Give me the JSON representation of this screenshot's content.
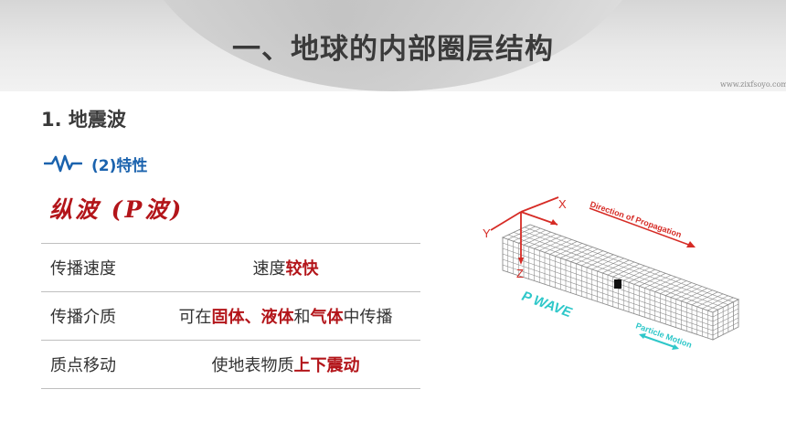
{
  "title": "一、地球的内部圈层结构",
  "watermark": "www.zixfsoyo.com",
  "section_heading": "1. 地震波",
  "subheading": "(2)特性",
  "handwritten_title": "纵波 (P波)",
  "table": {
    "rows": [
      {
        "key": "传播速度",
        "parts": [
          {
            "text": "速度",
            "hl": false
          },
          {
            "text": "较快",
            "hl": true
          }
        ]
      },
      {
        "key": "传播介质",
        "parts": [
          {
            "text": "可在",
            "hl": false
          },
          {
            "text": "固体、液体",
            "hl": true
          },
          {
            "text": "和",
            "hl": false
          },
          {
            "text": "气体",
            "hl": true
          },
          {
            "text": "中传播",
            "hl": false
          }
        ]
      },
      {
        "key": "质点移动",
        "parts": [
          {
            "text": "使地表物质",
            "hl": false
          },
          {
            "text": "上下震动",
            "hl": true
          }
        ]
      }
    ]
  },
  "diagram": {
    "axis_x": "X",
    "axis_y": "Y",
    "axis_z": "Z",
    "direction_label": "Direction of Propagation",
    "wave_label": "P WAVE",
    "motion_label": "Particle Motion",
    "colors": {
      "axis": "#d62b25",
      "label": "#2ec7c9",
      "grid": "#8c8c8c"
    }
  }
}
